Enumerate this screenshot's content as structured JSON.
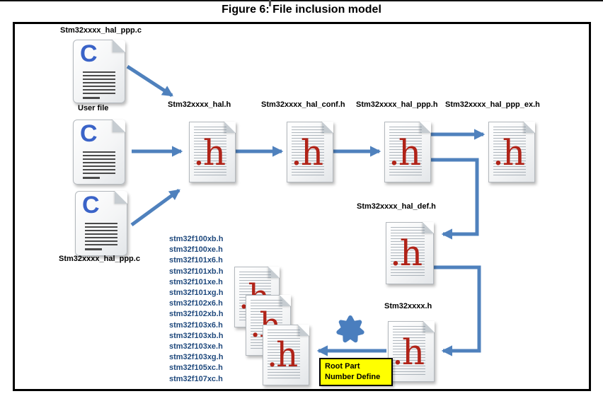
{
  "title": "Figure 6: File inclusion model",
  "glyphs": {
    "c": "C",
    "h": ".h"
  },
  "labels": {
    "c_top": "Stm32xxxx_hal_ppp.c",
    "user_file": "User file",
    "c_bottom": "Stm32xxxx_hal_ppp.c",
    "hal": "Stm32xxxx_hal.h",
    "conf": "Stm32xxxx_hal_conf.h",
    "ppp": "Stm32xxxx_hal_ppp.h",
    "ppp_ex": "Stm32xxxx_hal_ppp_ex.h",
    "def": "Stm32xxxx_hal_def.h",
    "device": "Stm32xxxx.h"
  },
  "file_list": [
    "stm32f100xb.h",
    "stm32f100xe.h",
    "stm32f101x6.h",
    "stm32f101xb.h",
    "stm32f101xe.h",
    "stm32f101xg.h",
    "stm32f102x6.h",
    "stm32f102xb.h",
    "stm32f103x6.h",
    "stm32f103xb.h",
    "stm32f103xe.h",
    "stm32f103xg.h",
    "stm32f105xc.h",
    "stm32f107xc.h"
  ],
  "callout": {
    "line1": "Root Part",
    "line2": "Number Define"
  },
  "colors": {
    "arrow_blue": "#4F81BD",
    "h_red": "#B02318",
    "c_blue": "#3A63C8",
    "list_text": "#1F497D",
    "callout_bg": "#FFFF00",
    "callout_border": "#000000"
  }
}
